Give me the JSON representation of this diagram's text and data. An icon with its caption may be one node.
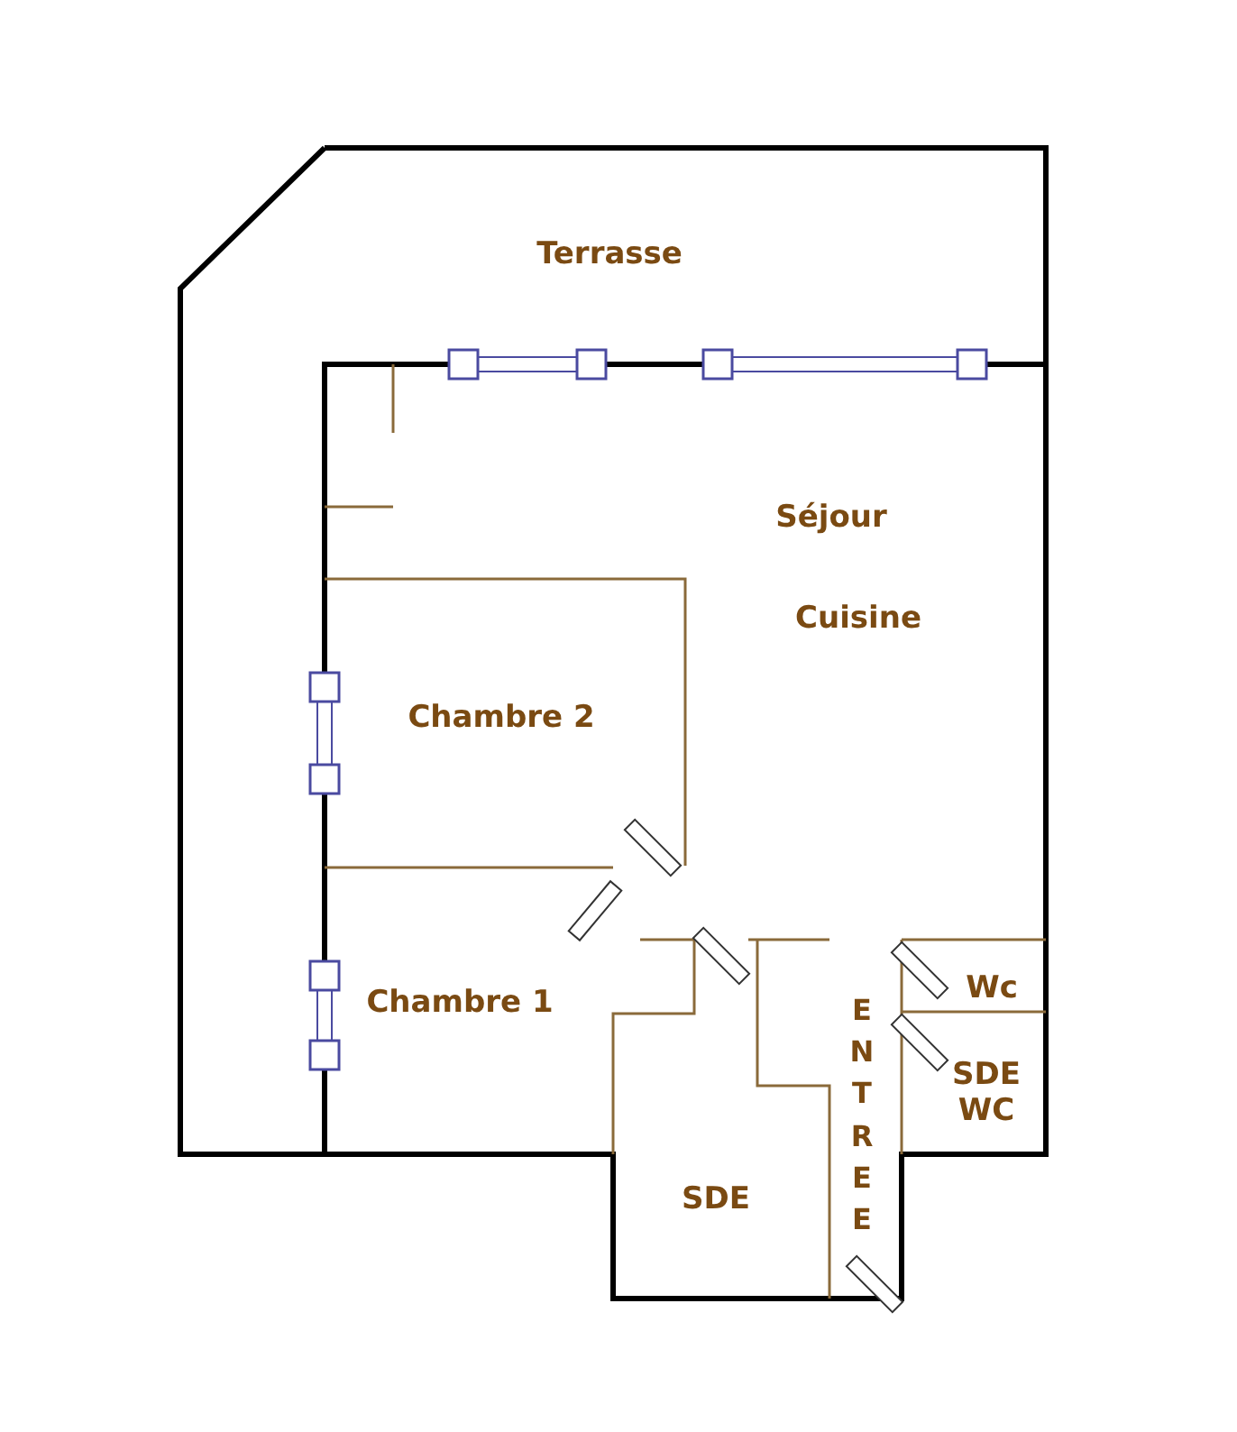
{
  "diagram": {
    "labels": [
      "Terrasse",
      "Séjour",
      "Cuisine",
      "Chambre 2",
      "Chambre 1",
      "ENTREE",
      "Wc",
      "SDE WC",
      "SDE"
    ]
  }
}
